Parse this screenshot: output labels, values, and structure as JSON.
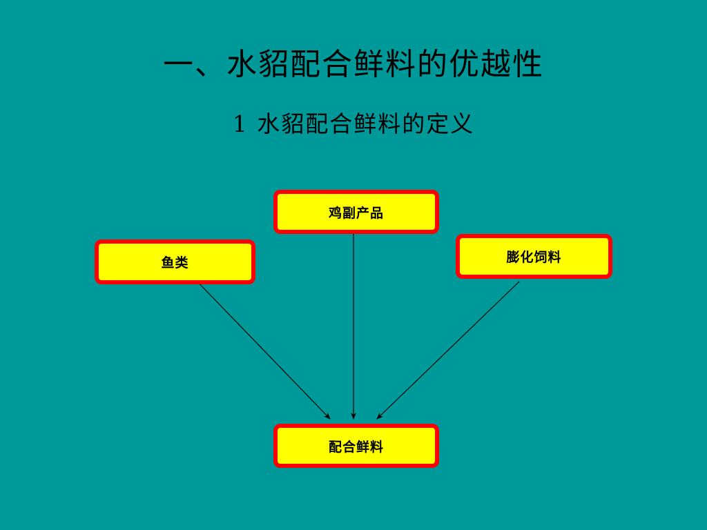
{
  "slide": {
    "title": "一、水貂配合鲜料的优越性",
    "subtitle": "1  水貂配合鲜料的定义"
  },
  "diagram": {
    "sources": {
      "chicken_byproducts": "鸡副产品",
      "fish": "鱼类",
      "puffed_feed": "膨化饲料"
    },
    "result": "配合鲜料"
  },
  "colors": {
    "background": "#009999",
    "box_fill": "#ffff00",
    "box_border": "#ff0000",
    "text": "#000000",
    "arrow": "#000000"
  }
}
